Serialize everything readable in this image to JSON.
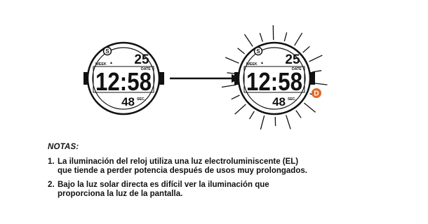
{
  "watch_left": {
    "mode_badge": "S",
    "week_label": "WEEK",
    "date_value": "25",
    "date_label": "DATE",
    "time_value": "12:58",
    "seconds_value": "48",
    "seconds_label": "SEC."
  },
  "watch_right": {
    "mode_badge": "S",
    "week_label": "WEEK",
    "date_value": "25",
    "date_label": "DATE",
    "time_value": "12:58",
    "seconds_value": "48",
    "seconds_label": "SEC.",
    "button_label": "D",
    "illumination": "on"
  },
  "colors": {
    "ink": "#111111",
    "button_accent": "#e06a2a"
  },
  "notes": {
    "title": "NOTAS:",
    "items": [
      {
        "number": "1.",
        "lines": [
          "La iluminación del reloj utiliza una luz electroluminiscente (EL)",
          "que tiende a perder potencia después de usos muy prolongados."
        ]
      },
      {
        "number": "2.",
        "lines": [
          "Bajo la luz solar directa es difícil ver la iluminación que",
          "proporciona la luz de la pantalla."
        ]
      }
    ]
  }
}
